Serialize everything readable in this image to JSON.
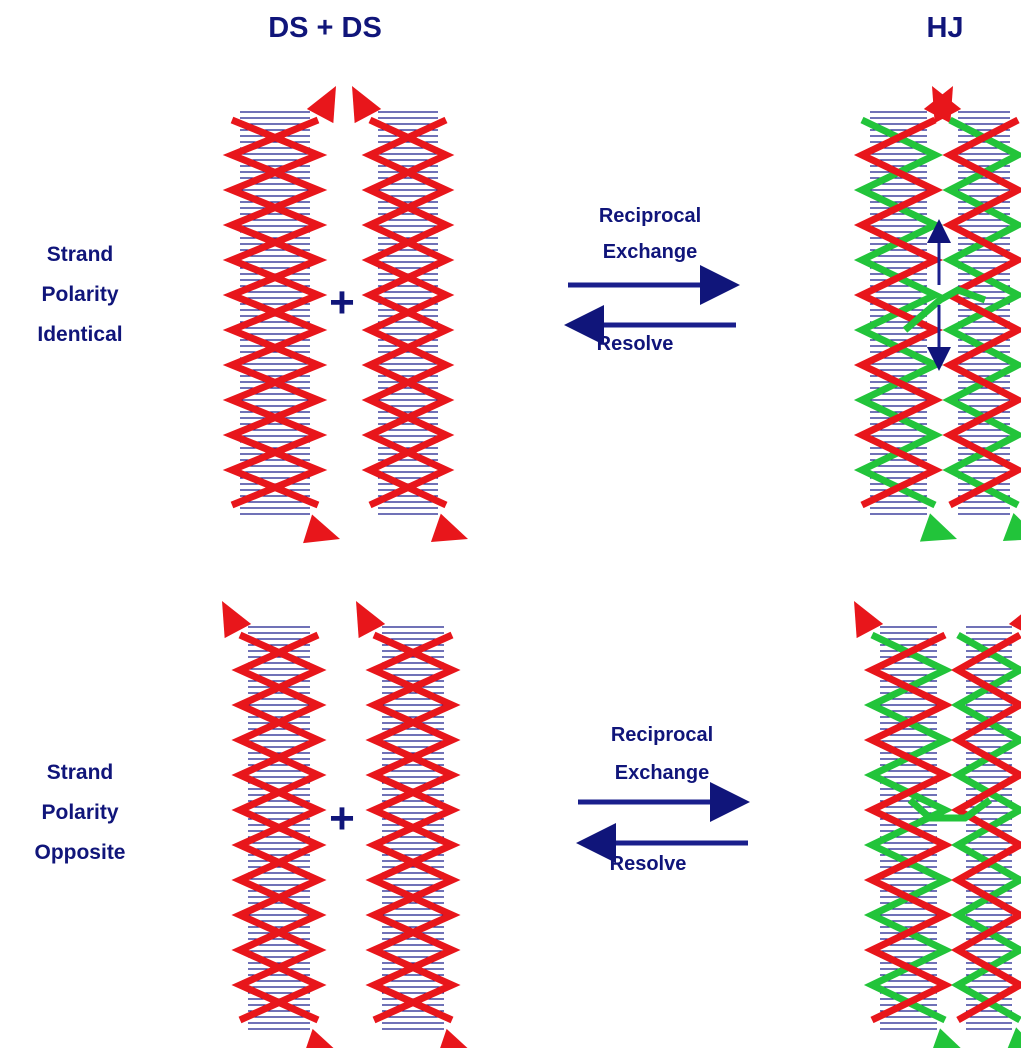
{
  "headers": {
    "left": "DS + DS",
    "right": "HJ"
  },
  "rows": [
    {
      "side_label": [
        "Strand",
        "Polarity",
        "Identical"
      ],
      "plus": "+",
      "forward_label": [
        "Reciprocal",
        "Exchange"
      ],
      "reverse_label": "Resolve"
    },
    {
      "side_label": [
        "Strand",
        "Polarity",
        "Opposite"
      ],
      "plus": "+",
      "forward_label": [
        "Reciprocal",
        "Exchange"
      ],
      "reverse_label": "Resolve"
    }
  ],
  "colors": {
    "strand_a": "#e8161b",
    "strand_b": "#22c43a",
    "base_pair": "#1a1f8c",
    "text": "#10157a"
  }
}
